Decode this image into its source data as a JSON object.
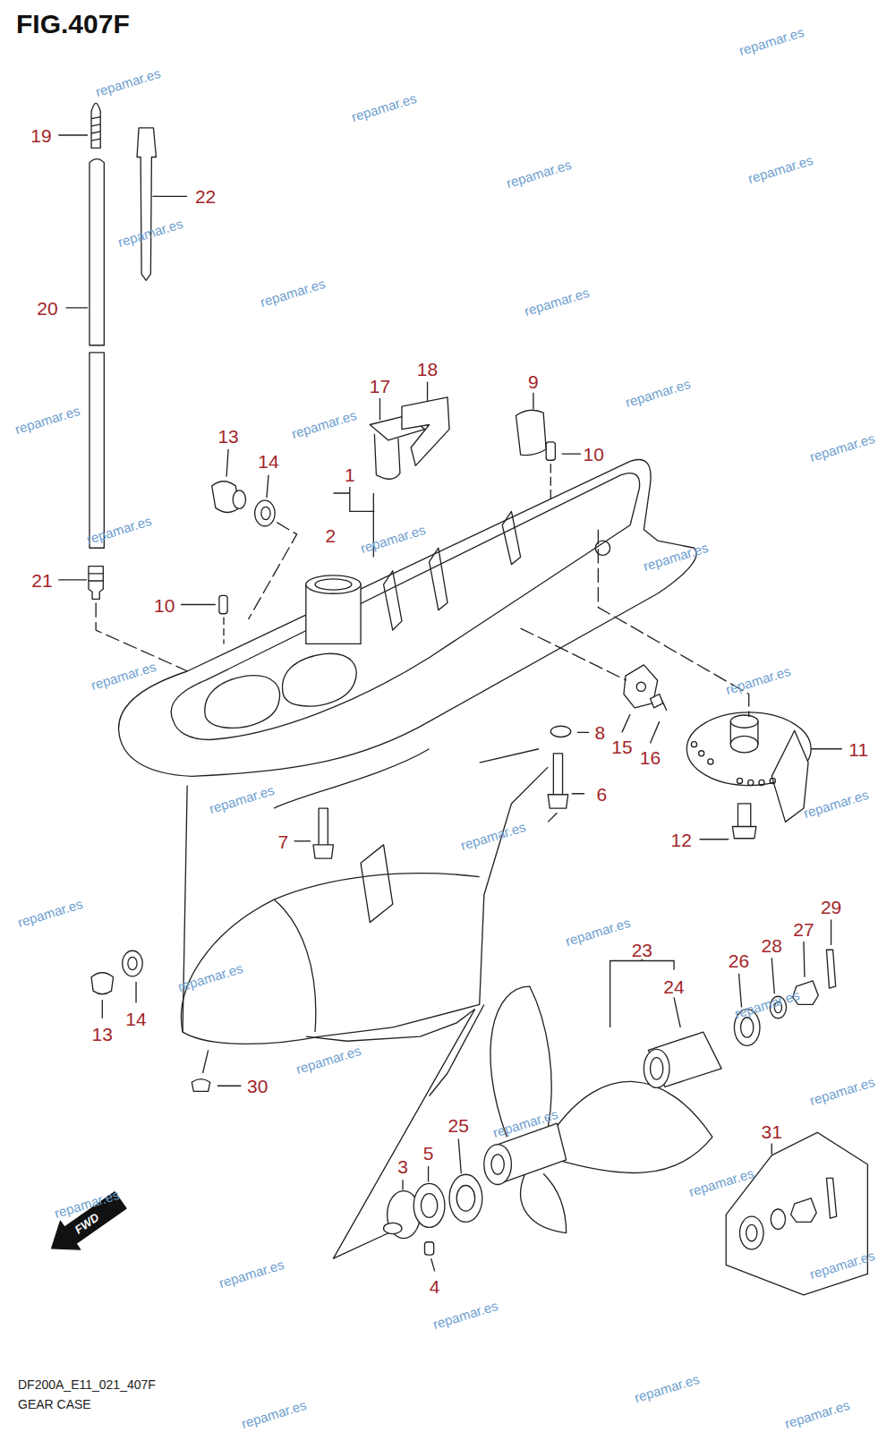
{
  "diagram": {
    "title": "FIG.407F",
    "labels": [
      "19",
      "22",
      "20",
      "18",
      "17",
      "9",
      "10",
      "13",
      "14",
      "1",
      "2",
      "21",
      "10",
      "8",
      "15",
      "16",
      "11",
      "6",
      "7",
      "12",
      "29",
      "23",
      "28",
      "27",
      "26",
      "24",
      "13",
      "14",
      "30",
      "25",
      "5",
      "3",
      "31",
      "4",
      "repamar.es",
      "repamar.es",
      "repamar.es",
      "repamar.es",
      "repamar.es",
      "repamar.es",
      "repamar.es",
      "repamar.es",
      "repamar.es",
      "repamar.es",
      "repamar.es",
      "repamar.es",
      "repamar.es",
      "repamar.es",
      "repamar.es",
      "repamar.es",
      "repamar.es",
      "repamar.es",
      "repamar.es",
      "repamar.es",
      "repamar.es",
      "repamar.es",
      "repamar.es",
      "repamar.es",
      "repamar.es",
      "repamar.es",
      "repamar.es",
      "repamar.es",
      "repamar.es",
      "repamar.es",
      "repamar.es",
      "repamar.es",
      "repamar.es",
      "repamar.es",
      "repamar.es",
      "FWD",
      "DF200A_E11_021_407F",
      "GEAR CASE"
    ]
  }
}
